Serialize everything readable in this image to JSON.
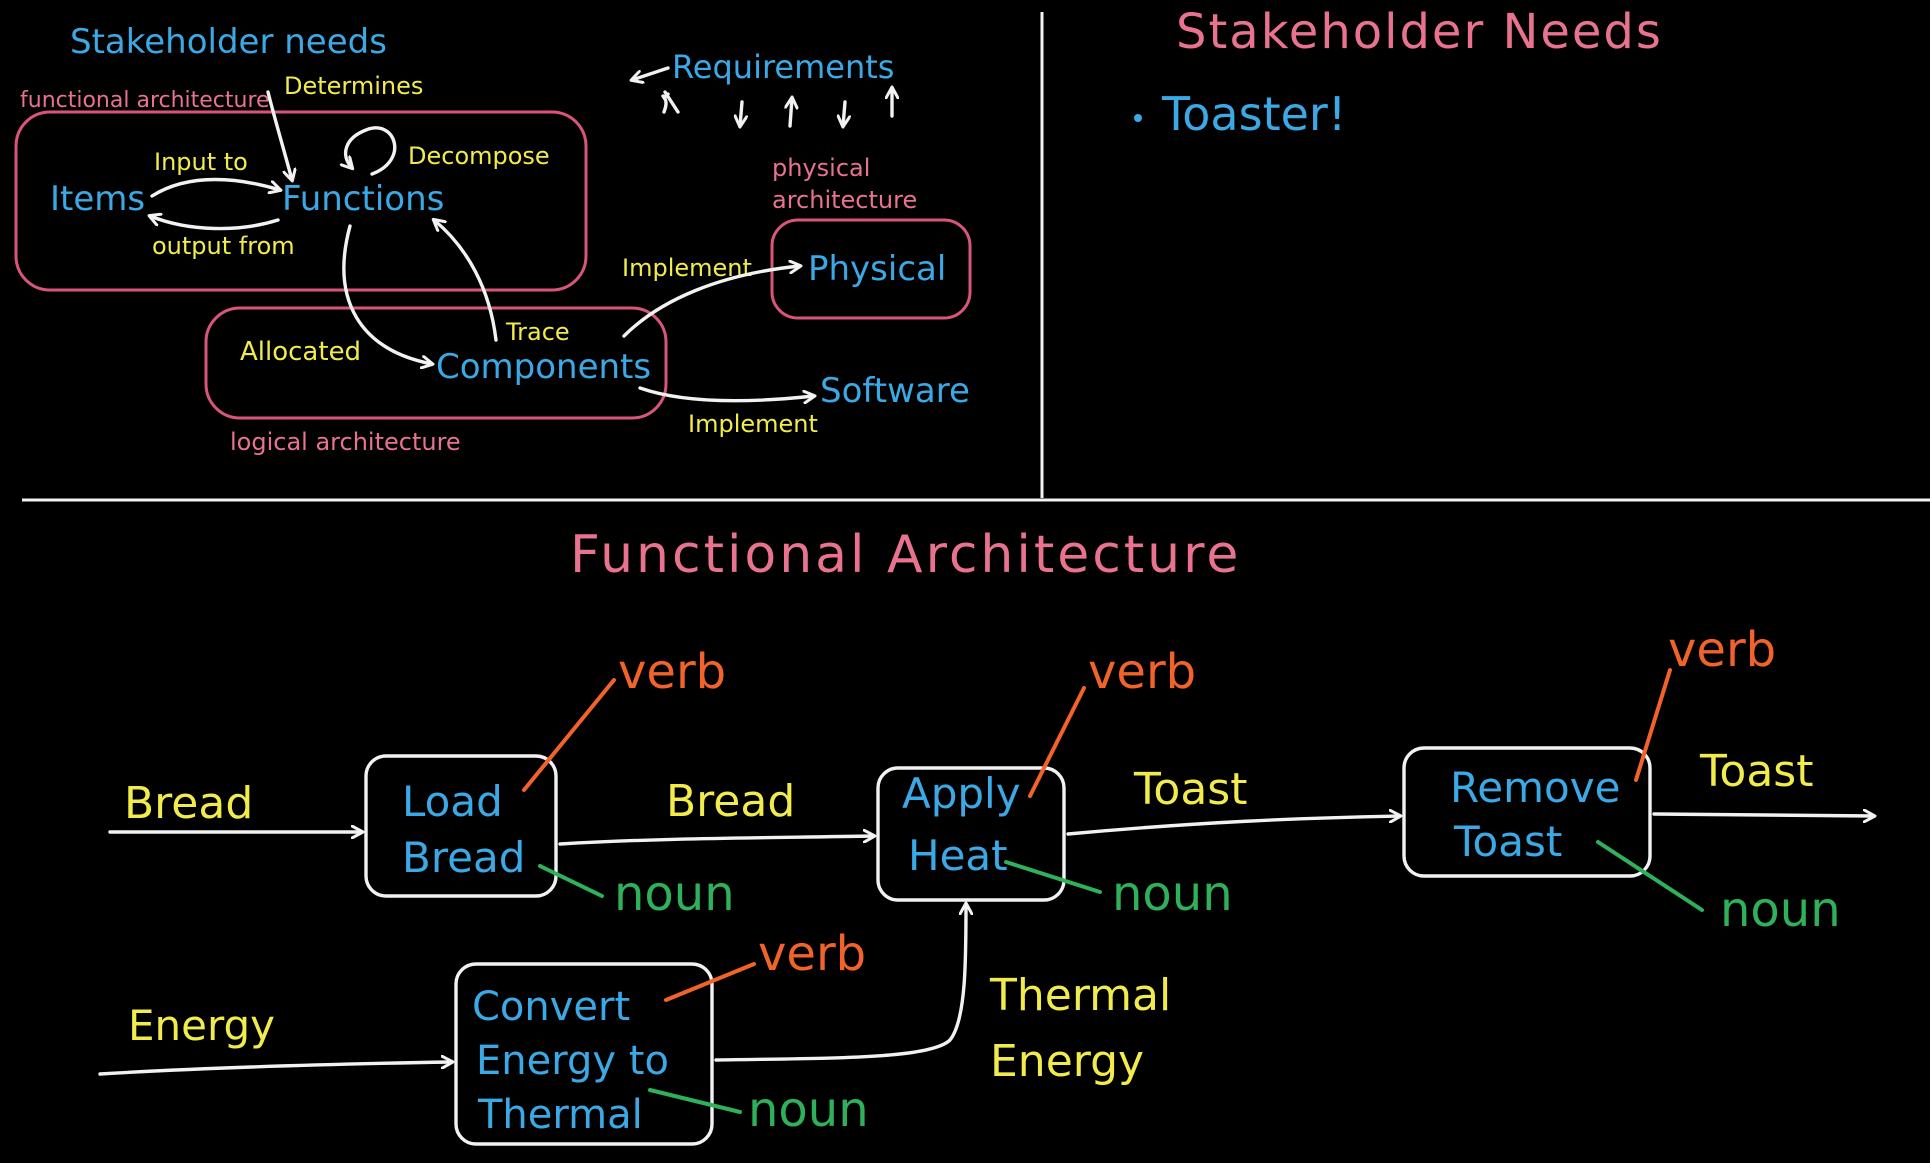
{
  "top_left": {
    "stakeholder_needs": "Stakeholder needs",
    "functional_architecture": "functional architecture",
    "determines": "Determines",
    "requirements": "Requirements",
    "input_to": "Input to",
    "decompose": "Decompose",
    "items": "Items",
    "functions": "Functions",
    "output_from": "output from",
    "physical_architecture_line1": "physical",
    "physical_architecture_line2": "architecture",
    "implement_physical": "Implement",
    "physical": "Physical",
    "trace": "Trace",
    "allocated": "Allocated",
    "components": "Components",
    "software": "Software",
    "implement_software": "Implement",
    "logical_architecture": "logical architecture"
  },
  "top_right": {
    "title": "Stakeholder Needs",
    "bullets": [
      "Toaster!"
    ]
  },
  "bottom": {
    "title": "Functional Architecture",
    "input_bread": "Bread",
    "load_bread": [
      "Load",
      "Bread"
    ],
    "mid_bread": "Bread",
    "apply_heat": [
      "Apply",
      "Heat"
    ],
    "toast_mid": "Toast",
    "remove_toast": [
      "Remove",
      "Toast"
    ],
    "toast_out": "Toast",
    "energy_in": "Energy",
    "convert": [
      "Convert",
      "Energy to",
      "Thermal"
    ],
    "thermal_energy": [
      "Thermal",
      "Energy"
    ],
    "verb_labels": [
      "verb",
      "verb",
      "verb",
      "verb"
    ],
    "noun_labels": [
      "noun",
      "noun",
      "noun",
      "noun"
    ]
  },
  "colors": {
    "blue": "#3aa9e6",
    "yellow": "#f1ec4b",
    "pink": "#e9728f",
    "orange": "#f2632a",
    "green": "#2fb05a",
    "white": "#f2f2f2"
  }
}
